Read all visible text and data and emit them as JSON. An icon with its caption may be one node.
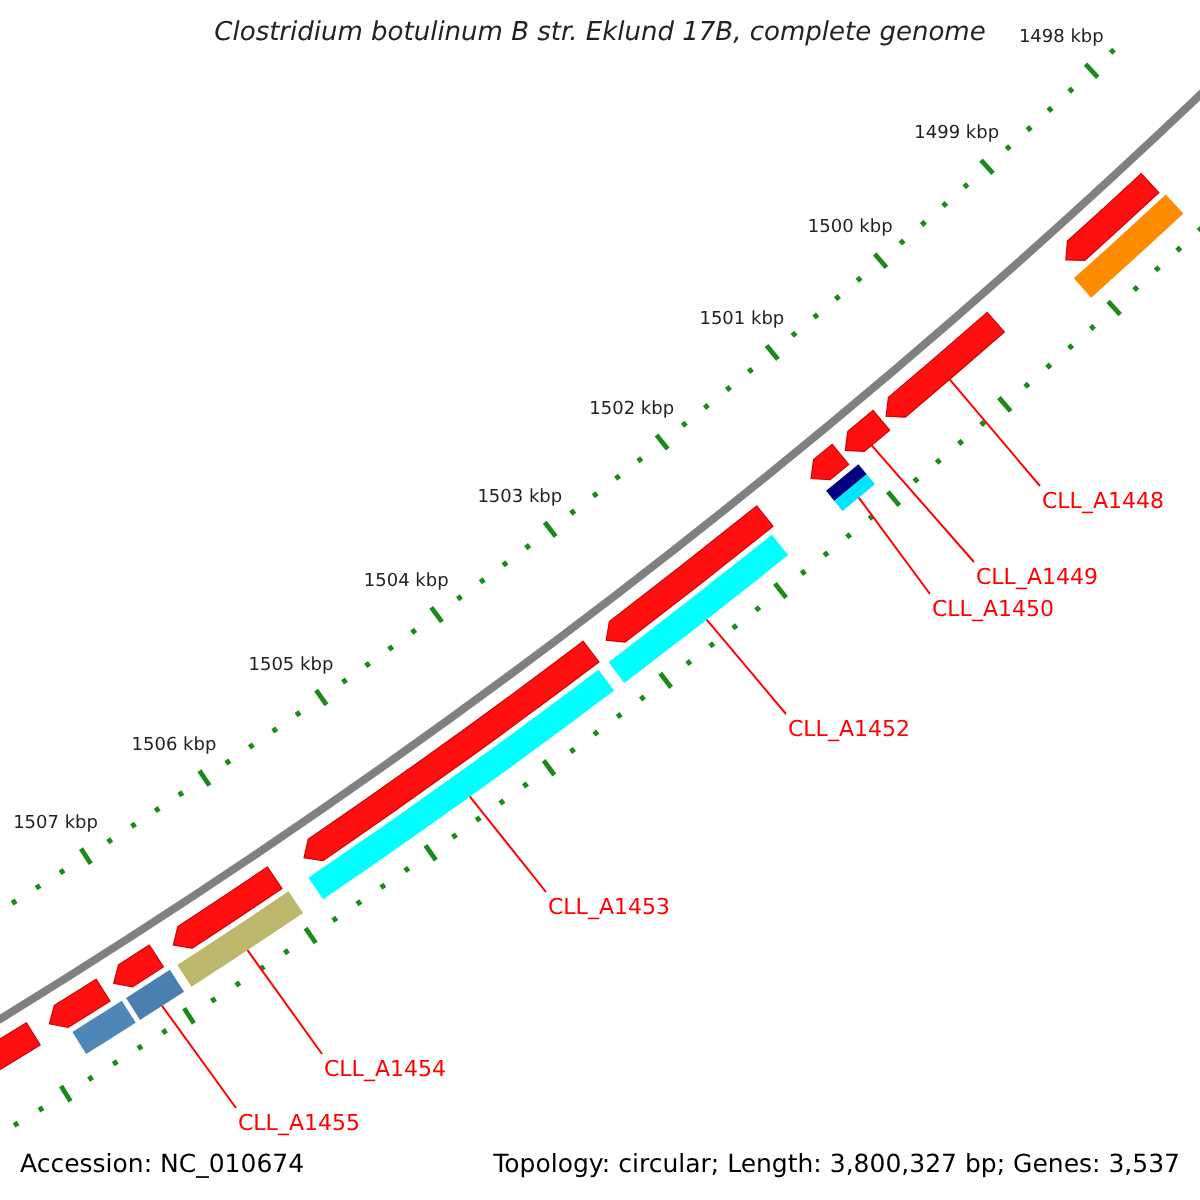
{
  "diagram": {
    "title": "Clostridium botulinum B str. Eklund 17B, complete genome",
    "nodes": [
      {
        "text": [
          "CLL_A1448"
        ]
      },
      {
        "text": [
          "CLL_A1449"
        ]
      },
      {
        "text": [
          "CLL_A1450"
        ]
      },
      {
        "text": [
          "CLL_A1452"
        ]
      },
      {
        "text": [
          "CLL_A1453"
        ]
      },
      {
        "text": [
          "CLL_A1454"
        ]
      },
      {
        "text": [
          "CLL_A1455"
        ]
      },
      {
        "text": [],
        "shape": "bar"
      },
      {
        "text": [],
        "shape": "bar"
      },
      {
        "text": [],
        "shape": "bar"
      },
      {
        "text": [],
        "shape": "bar"
      },
      {
        "text": [],
        "shape": "bar"
      },
      {
        "text": [],
        "shape": "bar"
      },
      {
        "text": [],
        "shape": "bar"
      }
    ],
    "edges": [
      {
        "from": 0,
        "to": 7,
        "arrow": "none"
      },
      {
        "from": 1,
        "to": 8,
        "arrow": "none"
      },
      {
        "from": 2,
        "to": 9,
        "arrow": "none"
      },
      {
        "from": 3,
        "to": 10,
        "arrow": "none"
      },
      {
        "from": 4,
        "to": 11,
        "arrow": "none"
      },
      {
        "from": 5,
        "to": 12,
        "arrow": "none"
      },
      {
        "from": 6,
        "to": 13,
        "arrow": "none"
      }
    ],
    "labels": [
      "1498 kbp",
      "1499 kbp",
      "1500 kbp",
      "1501 kbp",
      "1502 kbp",
      "1503 kbp",
      "1504 kbp",
      "1505 kbp",
      "1506 kbp",
      "1507 kbp",
      "Accession: NC_010674",
      "Topology: circular; Length: 3,800,327 bp; Genes: 3,537"
    ]
  }
}
